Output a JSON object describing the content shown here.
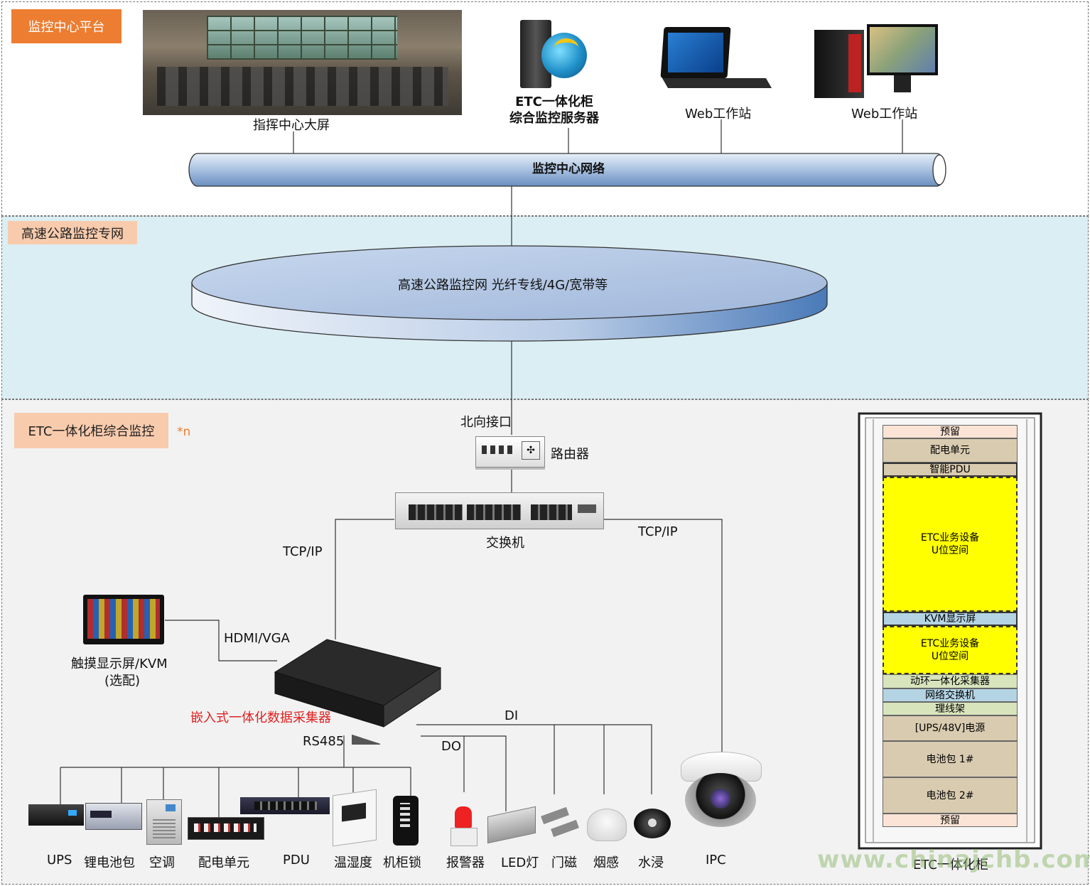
{
  "zones": {
    "top": {
      "tag": "监控中心平台",
      "color": "#ed7d31"
    },
    "middle": {
      "tag": "高速公路监控专网",
      "color": "#f8cbad"
    },
    "bottom": {
      "tag": "ETC一体化柜综合监控",
      "multiplier": "*n",
      "color": "#f8cbad"
    }
  },
  "top_devices": {
    "bigscreen": "指挥中心大屏",
    "server_line1": "ETC一体化柜",
    "server_line2": "综合监控服务器",
    "web1": "Web工作站",
    "web2": "Web工作站"
  },
  "center_network": "监控中心网络",
  "highway_network": "高速公路监控网  光纤专线/4G/宽带等",
  "router": {
    "interface": "北向接口",
    "label": "路由器"
  },
  "switch": {
    "label": "交换机"
  },
  "links": {
    "tcp_left": "TCP/IP",
    "tcp_right": "TCP/IP",
    "hdmi": "HDMI/VGA",
    "rs485": "RS485",
    "do": "DO",
    "di": "DI"
  },
  "touch": {
    "line1": "触摸显示屏/KVM",
    "line2": "(选配)"
  },
  "collector": {
    "label": "嵌入式一体化数据采集器",
    "color": "#e02020"
  },
  "bottom_devices": [
    "UPS",
    "锂电池包",
    "空调",
    "配电单元",
    "PDU",
    "温湿度",
    "机柜锁",
    "报警器",
    "LED灯",
    "门磁",
    "烟感",
    "水浸",
    "IPC"
  ],
  "cabinet": {
    "title": "ETC一体化柜",
    "rows": [
      {
        "label": "预留",
        "color": "#fbe4d5"
      },
      {
        "label": "配电单元",
        "color": "#d9cbb0"
      },
      {
        "label": "智能PDU",
        "color": "#d9cbb0"
      },
      {
        "label": "ETC业务设备\nU位空间",
        "color": "#ffff00"
      },
      {
        "label": "KVM显示屏",
        "color": "#b4d4e4"
      },
      {
        "label": "ETC业务设备\nU位空间",
        "color": "#ffff00"
      },
      {
        "label": "动环一体化采集器",
        "color": "#d8e4bc"
      },
      {
        "label": "网络交换机",
        "color": "#b4d4e4"
      },
      {
        "label": "理线架",
        "color": "#d8e4bc"
      },
      {
        "label": "[UPS/48V]电源",
        "color": "#d9cbb0"
      },
      {
        "label": "电池包 1#",
        "color": "#d9cbb0"
      },
      {
        "label": "电池包 2#",
        "color": "#d9cbb0"
      },
      {
        "label": "预留",
        "color": "#fbe4d5"
      }
    ]
  },
  "watermark": "www.chinajchb.com"
}
